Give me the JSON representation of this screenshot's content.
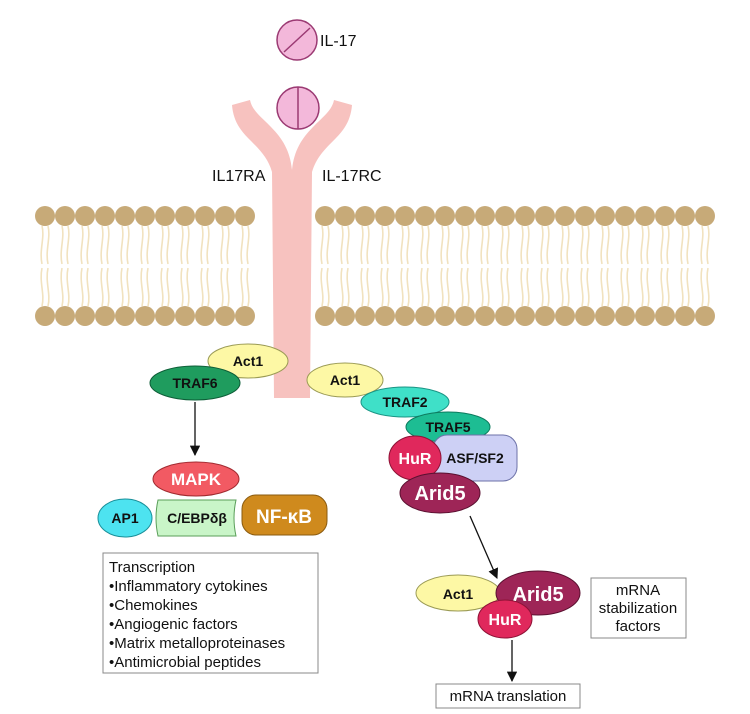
{
  "ligand": {
    "label": "IL-17"
  },
  "receptors": {
    "left": "IL17RA",
    "right": "IL-17RC"
  },
  "left_pathway": {
    "act1": "Act1",
    "traf6": "TRAF6",
    "mapk": "MAPK",
    "ap1": "AP1",
    "cebp": "C/EBPδβ",
    "nfkb": "NF-κB"
  },
  "right_pathway": {
    "act1": "Act1",
    "traf2": "TRAF2",
    "traf5": "TRAF5",
    "hur": "HuR",
    "asf": "ASF/SF2",
    "arid5": "Arid5"
  },
  "transcription_box": {
    "items": [
      "Transcription",
      "•Inflammatory cytokines",
      "•Chemokines",
      "•Angiogenic factors",
      "•Matrix metalloproteinases",
      "•Antimicrobial peptides"
    ]
  },
  "complex": {
    "act1": "Act1",
    "arid5": "Arid5",
    "hur": "HuR"
  },
  "stabilization_box": {
    "lines": [
      "mRNA",
      "stabilization",
      "factors"
    ]
  },
  "translation_box": {
    "label": "mRNA translation"
  },
  "colors": {
    "membrane_head": "#c7aa78",
    "membrane_tail": "#f1e2bf",
    "receptor": "#f7c2bf",
    "act1": "#fdf8a5",
    "traf6": "#1f9c5e",
    "traf2": "#3fe0c8",
    "traf5": "#1dbd93",
    "mapk": "#f25a63",
    "ap1": "#4de3f0",
    "cebp": "#c9f5c8",
    "nfkb": "#cf8a1d",
    "hur": "#e0285c",
    "asf": "#cdd0f5",
    "arid5": "#9e2557",
    "ligand": "#f3b8da"
  }
}
